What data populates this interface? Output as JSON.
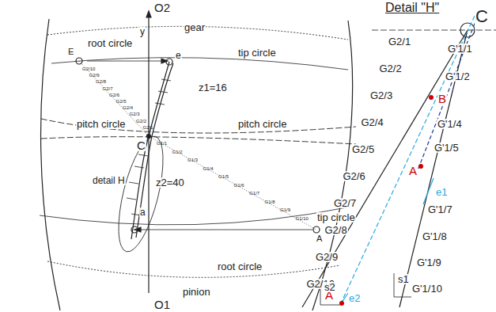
{
  "diagram": {
    "labels": [
      "O2",
      "y",
      "gear",
      "root circle",
      "tip circle",
      "E",
      "e",
      "z1=16",
      "pitch circle",
      "pitch circle",
      "C",
      "detail H",
      "z2=40",
      "a",
      "tip circle",
      "A",
      "root circle",
      "pinion",
      "O1",
      "Detail \"H\"",
      "C",
      "G2/1",
      "G2/2",
      "G2/3",
      "G2/4",
      "G2/5",
      "G2/6",
      "G2/7",
      "G2/8",
      "G2/9",
      "G2/10",
      "G'1/1",
      "G'1/2",
      "B",
      "G'1/4",
      "G'1/5",
      "A",
      "G'1/7",
      "G'1/8",
      "G'1/9",
      "G'1/10",
      "e1",
      "e2",
      "A",
      "s2",
      "s1",
      "G2/10",
      "G2/9",
      "G2/8",
      "G2/7",
      "G2/6",
      "G2/5",
      "G2/4",
      "G2/3",
      "G2/2",
      "G2/1",
      "G1/1",
      "G1/2",
      "G1/3",
      "G1/4",
      "G1/5",
      "G1/6",
      "G1/7",
      "G1/8",
      "G1/9",
      "G1/10"
    ]
  }
}
